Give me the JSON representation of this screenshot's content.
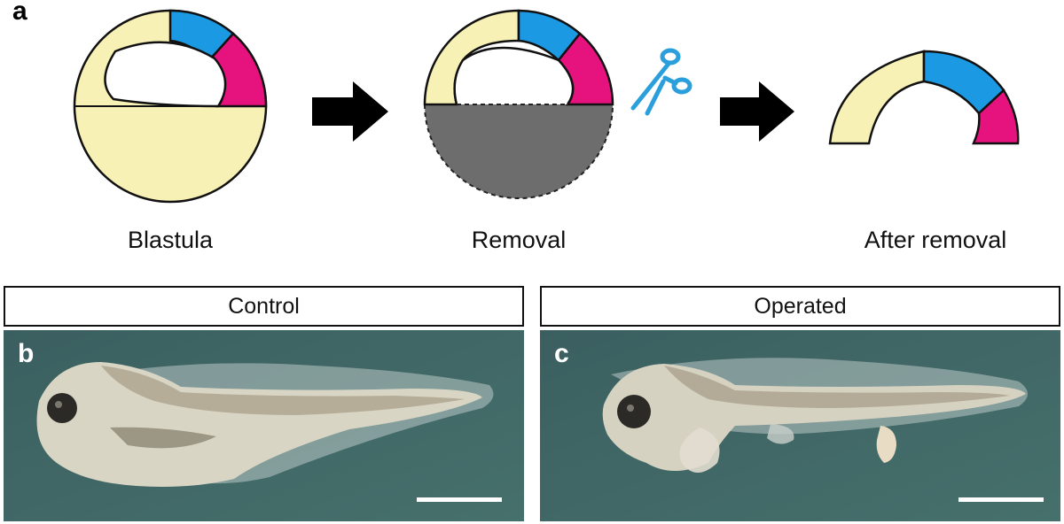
{
  "panel_a": {
    "letter": "a",
    "captions": [
      "Blastula",
      "Removal",
      "After removal"
    ],
    "colors": {
      "yellow": "#f7f1b5",
      "blue": "#1b9ae3",
      "magenta": "#e6137e",
      "removed_gray": "#6d6d6d",
      "arrow": "#000000",
      "scissors": "#2a9fdc"
    },
    "icons": [
      "arrow-right-icon",
      "scissors-icon",
      "arrow-right-icon"
    ]
  },
  "panel_b": {
    "letter": "b",
    "header": "Control"
  },
  "panel_c": {
    "letter": "c",
    "header": "Operated"
  }
}
